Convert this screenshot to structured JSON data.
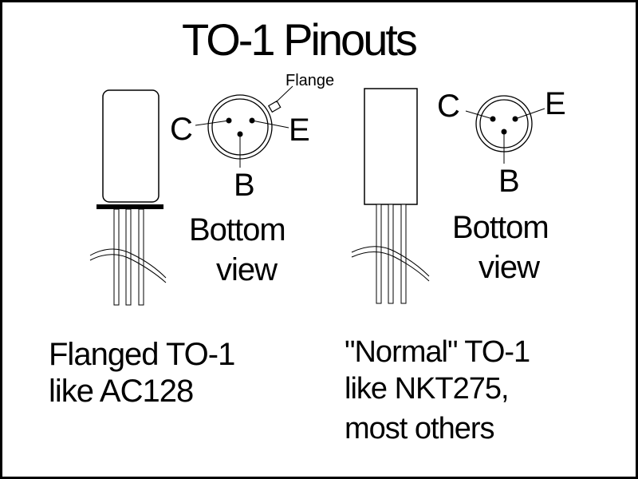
{
  "title": "TO-1 Pinouts",
  "left": {
    "flange_label": "Flange",
    "pins": {
      "c": "C",
      "e": "E",
      "b": "B"
    },
    "view_line1": "Bottom",
    "view_line2": "view",
    "caption_line1": "Flanged TO-1",
    "caption_line2": "like AC128"
  },
  "right": {
    "pins": {
      "c": "C",
      "e": "E",
      "b": "B"
    },
    "view_line1": "Bottom",
    "view_line2": "view",
    "caption_line1": "\"Normal\" TO-1",
    "caption_line2": "like NKT275,",
    "caption_line3": "most others"
  },
  "colors": {
    "ink": "#000000",
    "background": "#ffffff"
  }
}
